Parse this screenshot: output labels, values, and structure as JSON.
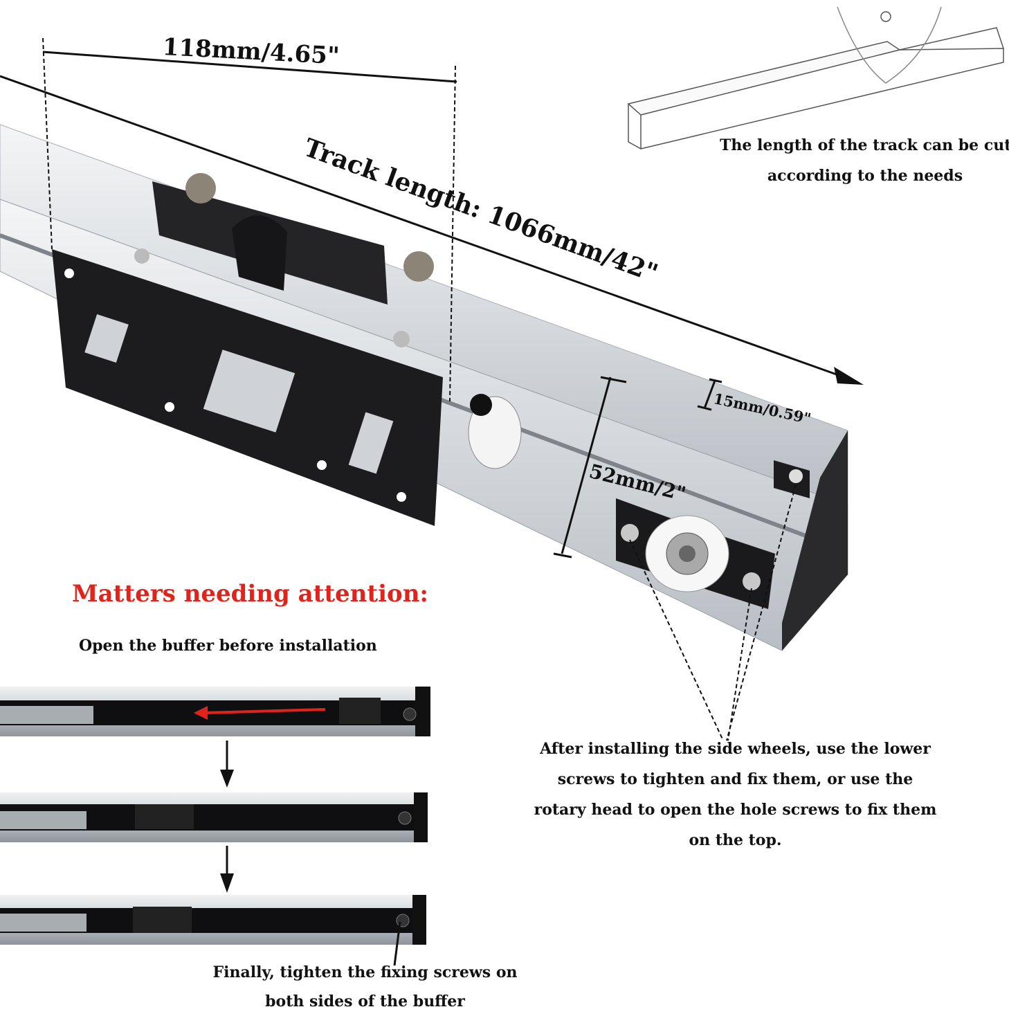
{
  "dimensions": {
    "width": "118mm/4.65\"",
    "track_length": "Track length: 1066mm/42\"",
    "top_rail": "15mm/0.59\"",
    "height": "52mm/2\""
  },
  "notes": {
    "cut_line1": "The length of the track can be cut",
    "cut_line2": "according to the needs",
    "wheels_line1": "After installing the side wheels, use the lower",
    "wheels_line2": "screws to tighten and fix them, or use the",
    "wheels_line3": "rotary head to open the hole screws to fix them",
    "wheels_line4": "on the top.",
    "attention_title": "Matters needing attention:",
    "buffer_open": "Open the buffer before installation",
    "final_line1": "Finally, tighten the fixing screws on",
    "final_line2": "both sides of the buffer"
  },
  "colors": {
    "attention": "#e1231b",
    "aluminum": "#dfe2e5",
    "bracket": "#1c1c1e",
    "arrow_red": "#e1231b"
  }
}
